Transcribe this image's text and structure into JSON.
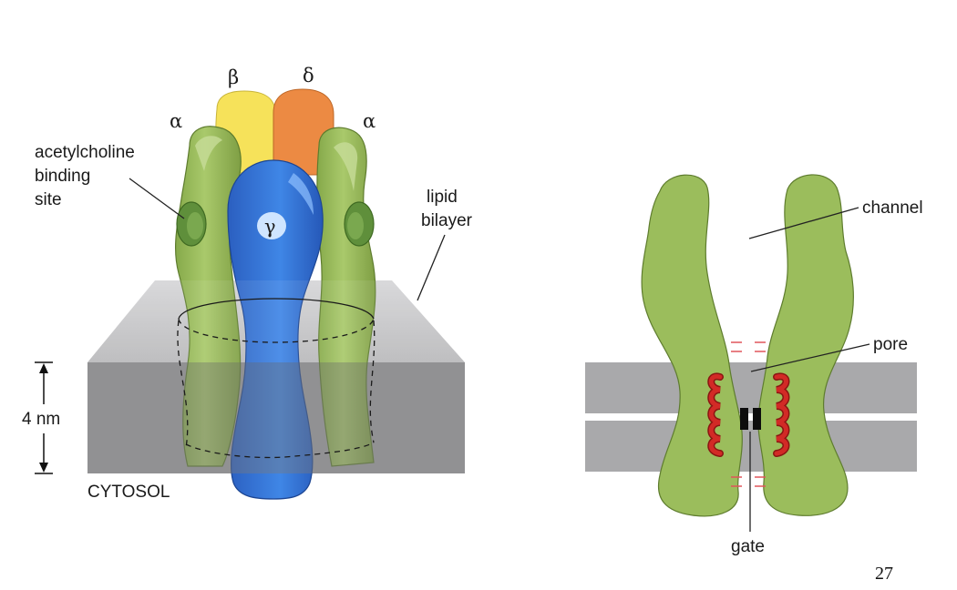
{
  "left_diagram": {
    "subunits": {
      "alpha_left": "α",
      "beta": "β",
      "delta": "δ",
      "alpha_right": "α",
      "gamma": "γ"
    },
    "labels": {
      "binding_site_line1": "acetylcholine",
      "binding_site_line2": "binding",
      "binding_site_line3": "site",
      "bilayer_line1": "lipid",
      "bilayer_line2": "bilayer",
      "thickness": "4 nm",
      "cytosol": "CYTOSOL"
    }
  },
  "right_diagram": {
    "labels": {
      "channel": "channel",
      "pore": "pore",
      "gate": "gate"
    }
  },
  "page_number": "27",
  "colors": {
    "subunit_green": "#9bbd5c",
    "subunit_yellow": "#f6e25a",
    "subunit_orange": "#ec8a43",
    "subunit_blue": "#2f6fd6",
    "membrane_gray": "#a9a9ab",
    "helix_red": "#d22a26"
  }
}
